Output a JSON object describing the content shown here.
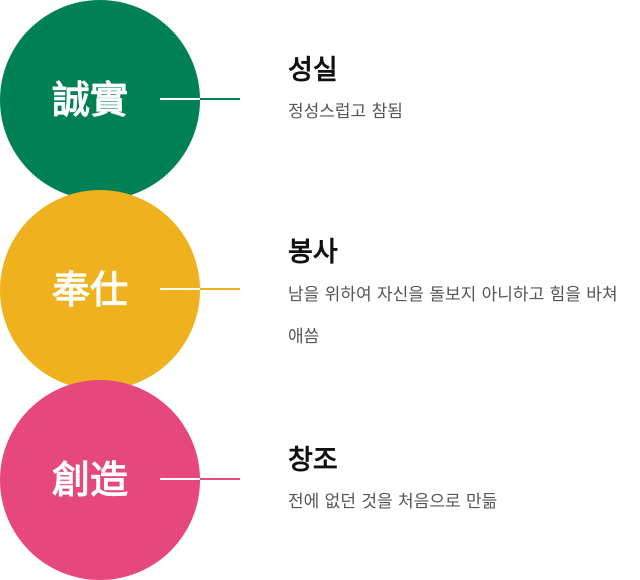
{
  "colors": {
    "green": "#008055",
    "yellow": "#efb11e",
    "pink": "#e6477d"
  },
  "items": [
    {
      "hanja": "誠實",
      "title": "성실",
      "desc": "정성스럽고 참됨"
    },
    {
      "hanja": "奉仕",
      "title": "봉사",
      "desc": "남을 위하여 자신을 돌보지 아니하고 힘을 바쳐 애씀"
    },
    {
      "hanja": "創造",
      "title": "창조",
      "desc": "전에 없던 것을 처음으로 만듦"
    }
  ]
}
